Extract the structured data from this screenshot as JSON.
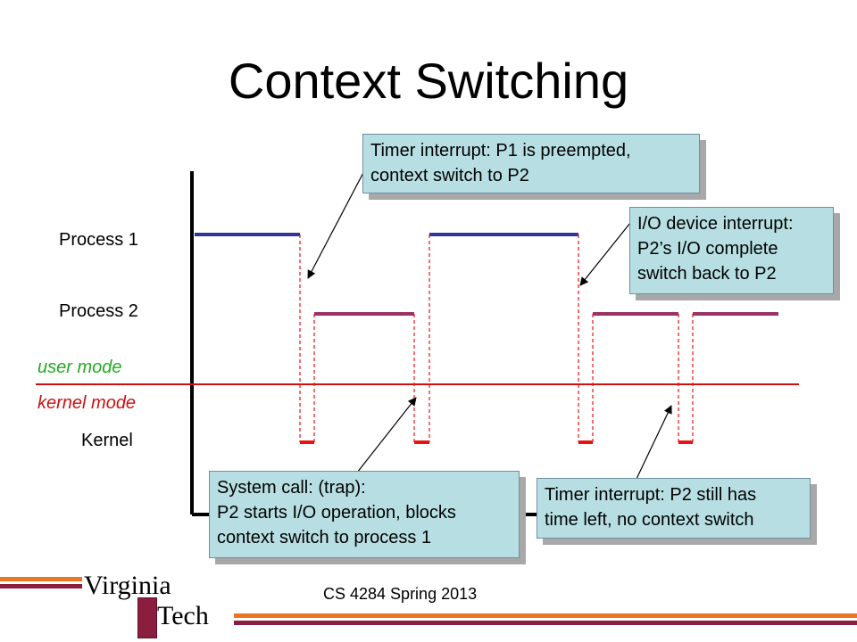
{
  "slide": {
    "title": "Context Switching",
    "footer": "CS 4284 Spring 2013",
    "logo": {
      "line1": "Virginia",
      "line2": "Tech"
    }
  },
  "labels": {
    "process1": "Process 1",
    "process2": "Process 2",
    "user_mode": "user mode",
    "kernel_mode": "kernel mode",
    "kernel": "Kernel"
  },
  "callouts": {
    "timer_preempt": [
      "Timer interrupt: P1 is preempted,",
      "context switch to P2"
    ],
    "io_interrupt": [
      "I/O device interrupt:",
      "P2’s I/O complete",
      "switch back to P2"
    ],
    "system_call": [
      "System call: (trap):",
      "P2 starts I/O operation, blocks",
      "context switch to process 1"
    ],
    "timer_no_switch": [
      "Timer interrupt: P2 still has",
      "time left, no context switch"
    ]
  },
  "colors": {
    "process1": "#333399",
    "process2": "#993366",
    "kernel": "#ee1111",
    "mode_line": "#cc1111",
    "user_mode_text": "#22aa22",
    "callout_fill": "#b7dfe3",
    "brand_maroon": "#8b1e3f",
    "brand_orange": "#e87722"
  }
}
